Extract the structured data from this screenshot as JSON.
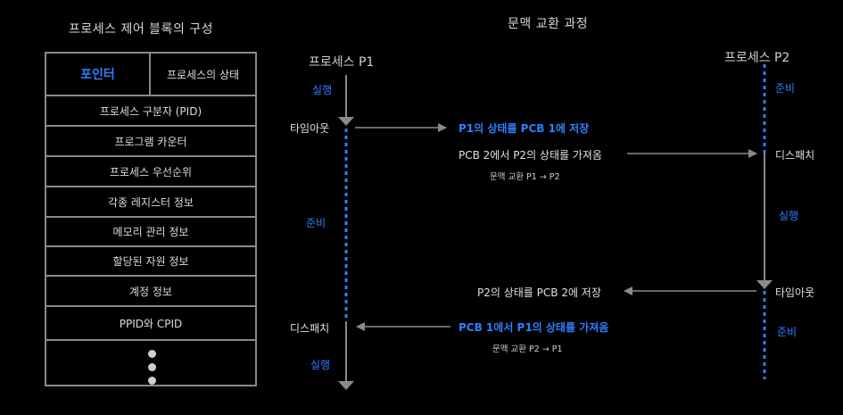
{
  "pcb": {
    "title": "프로세스 제어 블록의 구성",
    "pointer": "포인터",
    "state": "프로세스의 상태",
    "rows": [
      "프로세스 구분자 (PID)",
      "프로그램 카운터",
      "프로세스 우선순위",
      "각종 레지스터 정보",
      "메모리 관리 정보",
      "할당된 자원 정보",
      "계정 정보",
      "PPID와 CPID"
    ]
  },
  "switch": {
    "title": "문맥 교환 과정",
    "p1": {
      "name": "프로세스 P1",
      "run1": "실행",
      "timeout": "타임아웃",
      "ready": "준비",
      "dispatch": "디스패치",
      "run2": "실행"
    },
    "p2": {
      "name": "프로세스 P2",
      "ready1": "준비",
      "dispatch": "디스패치",
      "run": "실행",
      "timeout": "타임아웃",
      "ready2": "준비"
    },
    "steps": {
      "save_p1": "P1의 상태를 PCB 1에 저장",
      "load_p2": "PCB 2에서 P2의 상태를 가져옴",
      "switch_1": "문맥 교환 P1 → P2",
      "save_p2": "P2의 상태를 PCB 2에 저장",
      "load_p1": "PCB 1에서 P1의 상태를 가져옴",
      "switch_2": "문맥 교환 P2 → P1"
    }
  },
  "colors": {
    "accent": "#2f7fff",
    "line": "#8a8a8a",
    "background": "#000000"
  }
}
